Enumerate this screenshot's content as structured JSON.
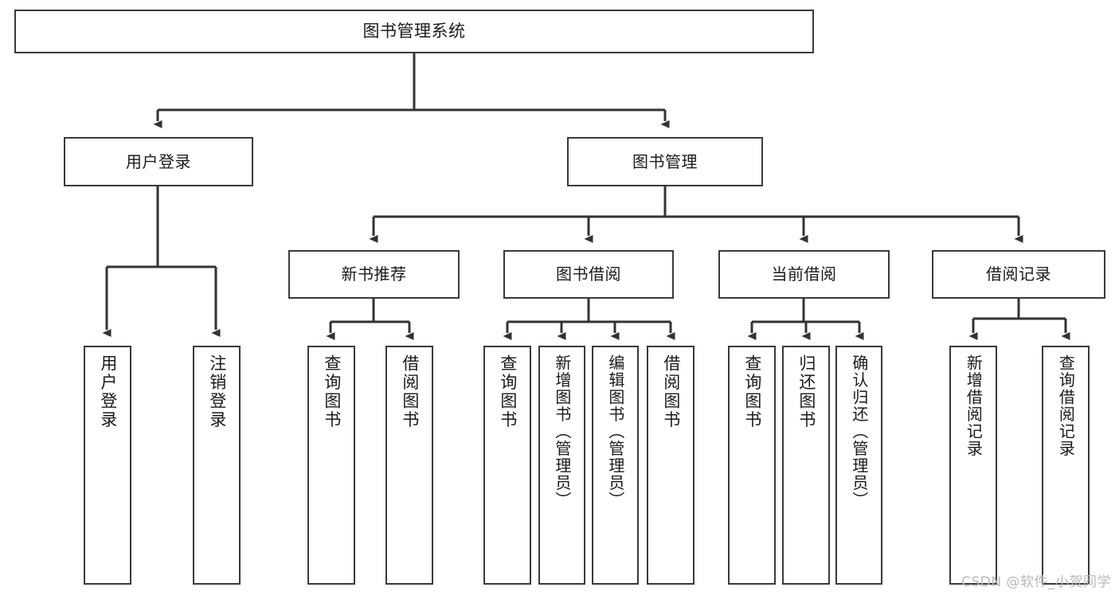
{
  "diagram": {
    "title": "图书管理系统",
    "type": "tree",
    "orientation": "top-down",
    "colors": {
      "node_border": "#3a3a3a",
      "node_fill": "#ffffff",
      "edge": "#333333",
      "text": "#1a1a1a",
      "watermark": "#b9b9b9",
      "background": "#ffffff"
    },
    "nodes": {
      "root": {
        "label": "图书管理系统"
      },
      "level1": [
        {
          "id": "user-login",
          "label": "用户登录"
        },
        {
          "id": "book-management",
          "label": "图书管理"
        }
      ],
      "level2": [
        {
          "id": "new-book-recommend",
          "label": "新书推荐"
        },
        {
          "id": "book-borrow",
          "label": "图书借阅"
        },
        {
          "id": "current-borrow",
          "label": "当前借阅"
        },
        {
          "id": "borrow-record",
          "label": "借阅记录"
        }
      ],
      "leaves": {
        "user-login": [
          {
            "id": "leaf-user-login",
            "label": "用户登录"
          },
          {
            "id": "leaf-logout",
            "label": "注销登录"
          }
        ],
        "new-book-recommend": [
          {
            "id": "leaf-query-book-1",
            "label": "查询图书"
          },
          {
            "id": "leaf-borrow-book-1",
            "label": "借阅图书"
          }
        ],
        "book-borrow": [
          {
            "id": "leaf-query-book-2",
            "label": "查询图书"
          },
          {
            "id": "leaf-add-book",
            "label": "新增图书（管理员）"
          },
          {
            "id": "leaf-edit-book",
            "label": "编辑图书（管理员）"
          },
          {
            "id": "leaf-borrow-book-2",
            "label": "借阅图书"
          }
        ],
        "current-borrow": [
          {
            "id": "leaf-query-book-3",
            "label": "查询图书"
          },
          {
            "id": "leaf-return-book",
            "label": "归还图书"
          },
          {
            "id": "leaf-confirm-return",
            "label": "确认归还（管理员）"
          }
        ],
        "borrow-record": [
          {
            "id": "leaf-add-record",
            "label": "新增借阅记录"
          },
          {
            "id": "leaf-query-record",
            "label": "查询借阅记录"
          }
        ]
      }
    },
    "watermark": "CSDN @软件_小贺同学"
  }
}
